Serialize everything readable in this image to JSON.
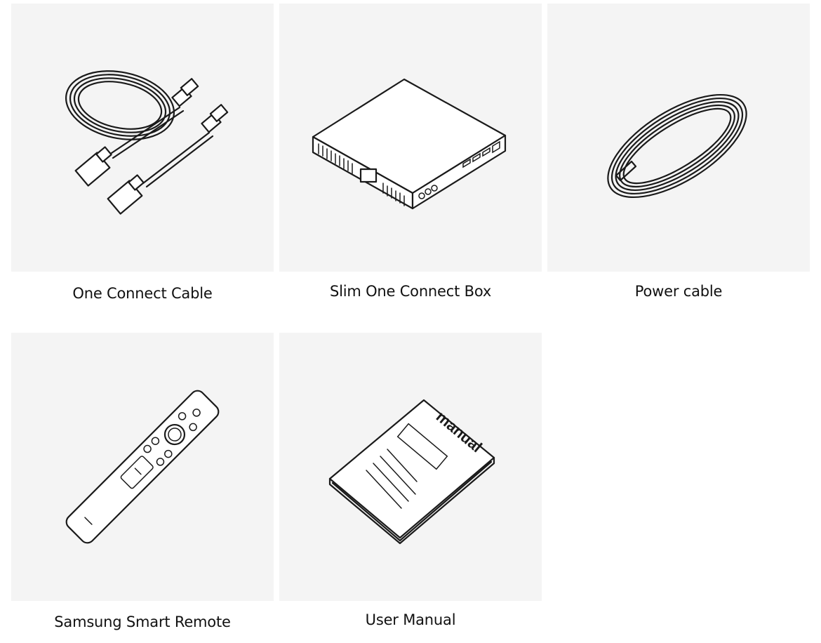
{
  "items": [
    {
      "label": "One Connect Cable",
      "icon": "one-connect-cable-icon"
    },
    {
      "label": "Slim One Connect Box",
      "icon": "one-connect-box-icon"
    },
    {
      "label": "Power cable",
      "icon": "power-cable-icon"
    },
    {
      "label": "Samsung Smart Remote",
      "icon": "smart-remote-icon"
    },
    {
      "label": "User Manual",
      "icon": "user-manual-icon",
      "cover_text": "manual"
    }
  ],
  "colors": {
    "card_background": "#f4f4f4",
    "page_background": "#ffffff",
    "line": "#1a1a1a",
    "text": "#111111"
  }
}
